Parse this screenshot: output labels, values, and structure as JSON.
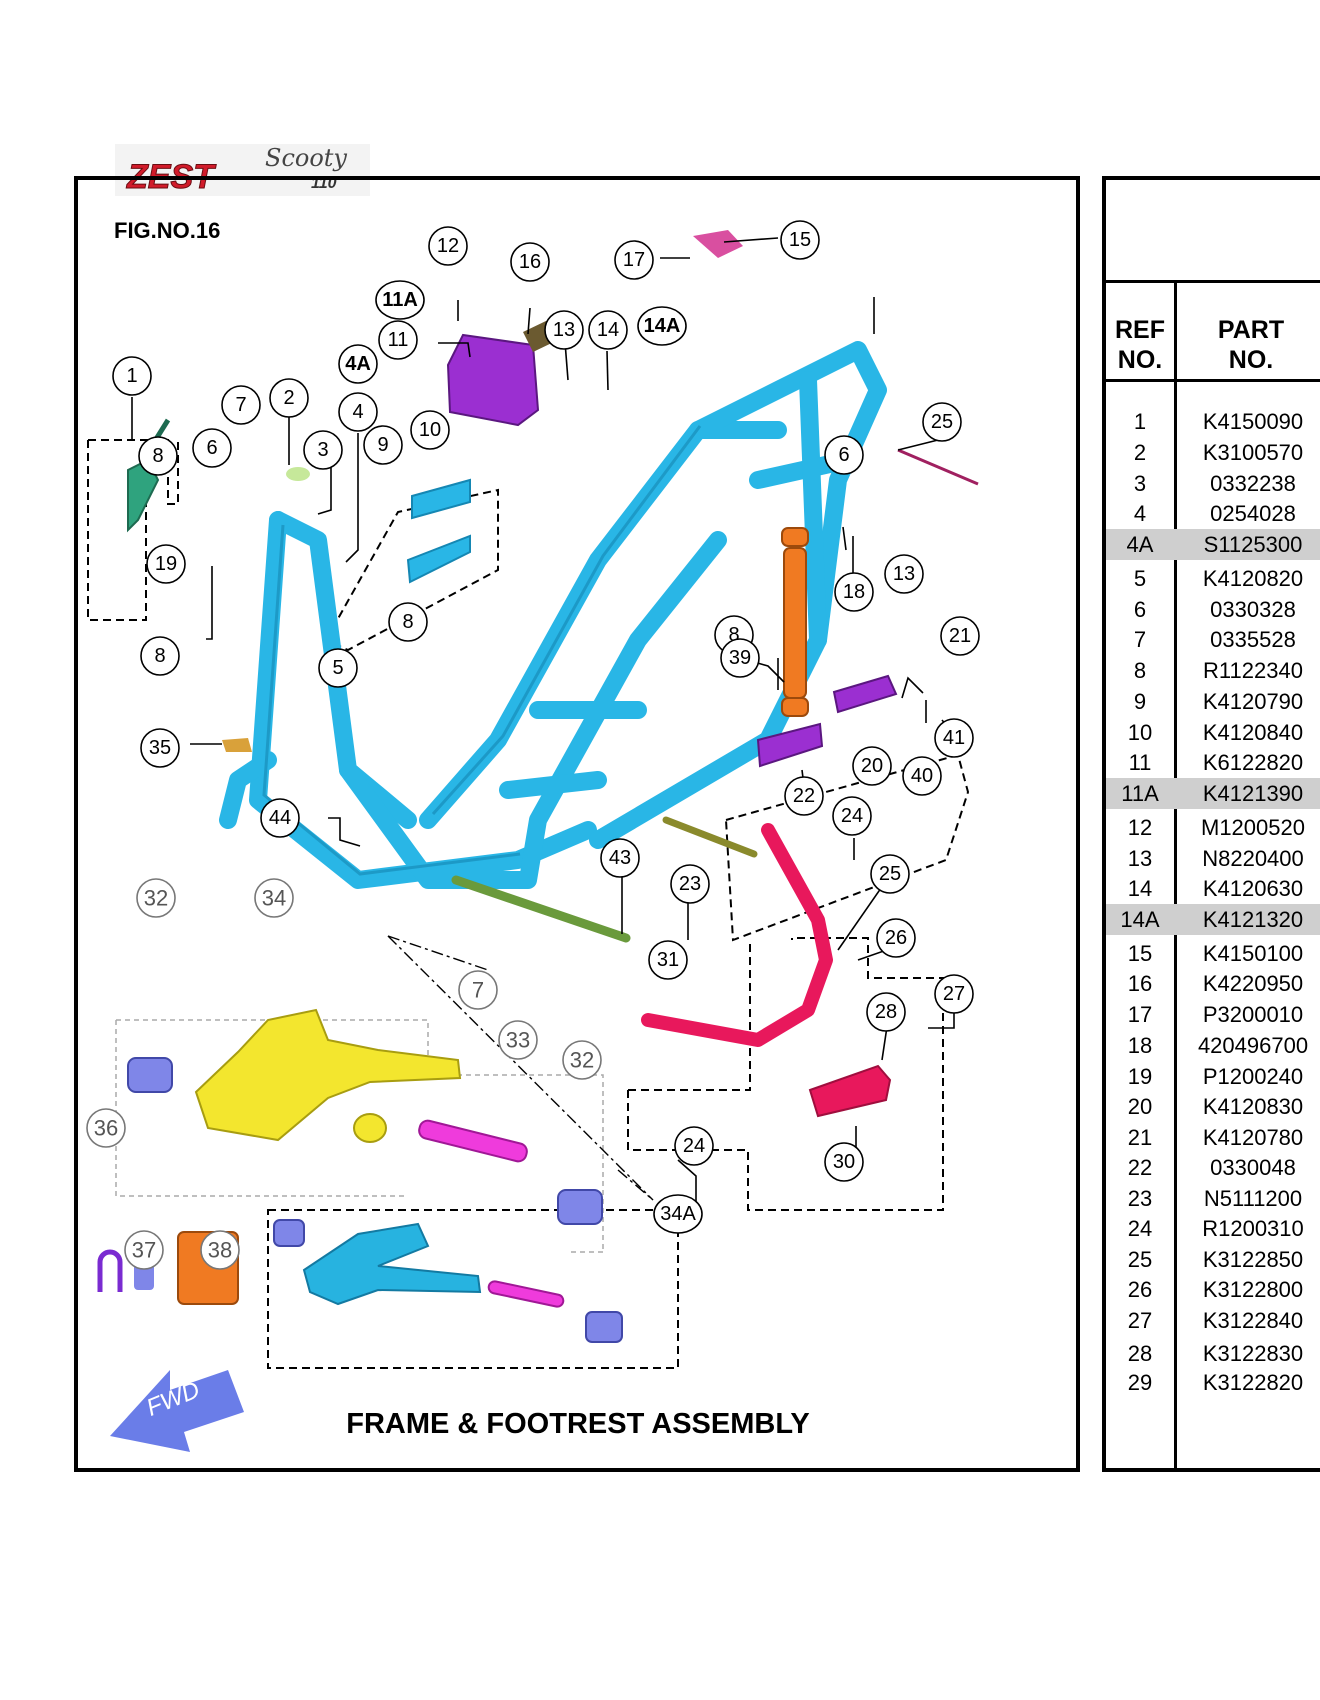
{
  "logo": {
    "brand": "ZEST",
    "script": "Scooty",
    "suffix": "110"
  },
  "figure": {
    "number": "FIG.NO.16",
    "title": "FRAME & FOOTREST ASSEMBLY",
    "fwd_label": "FWD"
  },
  "table": {
    "header": {
      "ref": "REF\nNO.",
      "part": "PART\nNO."
    },
    "rows": [
      {
        "ref": "1",
        "part": "K4150090",
        "hl": false
      },
      {
        "ref": "2",
        "part": "K3100570",
        "hl": false
      },
      {
        "ref": "3",
        "part": "0332238",
        "hl": false
      },
      {
        "ref": "4",
        "part": "0254028",
        "hl": false
      },
      {
        "ref": "4A",
        "part": "S1125300",
        "hl": true
      },
      {
        "ref": "5",
        "part": "K4120820",
        "hl": false
      },
      {
        "ref": "6",
        "part": "0330328",
        "hl": false
      },
      {
        "ref": "7",
        "part": "0335528",
        "hl": false
      },
      {
        "ref": "8",
        "part": "R1122340",
        "hl": false
      },
      {
        "ref": "9",
        "part": "K4120790",
        "hl": false
      },
      {
        "ref": "10",
        "part": "K4120840",
        "hl": false
      },
      {
        "ref": "11",
        "part": "K6122820",
        "hl": false
      },
      {
        "ref": "11A",
        "part": "K4121390",
        "hl": true
      },
      {
        "ref": "12",
        "part": "M1200520",
        "hl": false
      },
      {
        "ref": "13",
        "part": "N8220400",
        "hl": false
      },
      {
        "ref": "14",
        "part": "K4120630",
        "hl": false
      },
      {
        "ref": "14A",
        "part": "K4121320",
        "hl": true
      },
      {
        "ref": "15",
        "part": "K4150100",
        "hl": false
      },
      {
        "ref": "16",
        "part": "K4220950",
        "hl": false
      },
      {
        "ref": "17",
        "part": "P3200010",
        "hl": false
      },
      {
        "ref": "18",
        "part": "420496700",
        "hl": false
      },
      {
        "ref": "19",
        "part": "P1200240",
        "hl": false
      },
      {
        "ref": "20",
        "part": "K4120830",
        "hl": false
      },
      {
        "ref": "21",
        "part": "K4120780",
        "hl": false
      },
      {
        "ref": "22",
        "part": "0330048",
        "hl": false
      },
      {
        "ref": "23",
        "part": "N5111200",
        "hl": false
      },
      {
        "ref": "24",
        "part": "R1200310",
        "hl": false
      },
      {
        "ref": "25",
        "part": "K3122850",
        "hl": false
      },
      {
        "ref": "26",
        "part": "K3122800",
        "hl": false
      },
      {
        "ref": "27",
        "part": "K3122840",
        "hl": false
      },
      {
        "ref": "28",
        "part": "K3122830",
        "hl": false
      },
      {
        "ref": "29",
        "part": "K3122820",
        "hl": false
      }
    ]
  },
  "callouts": [
    {
      "label": "1",
      "style": "normal"
    },
    {
      "label": "2",
      "style": "normal"
    },
    {
      "label": "3",
      "style": "normal"
    },
    {
      "label": "4",
      "style": "normal"
    },
    {
      "label": "4A",
      "style": "bold"
    },
    {
      "label": "5",
      "style": "normal"
    },
    {
      "label": "6",
      "style": "normal"
    },
    {
      "label": "6",
      "style": "normal"
    },
    {
      "label": "7",
      "style": "normal"
    },
    {
      "label": "7",
      "style": "grey"
    },
    {
      "label": "8",
      "style": "normal"
    },
    {
      "label": "8",
      "style": "normal"
    },
    {
      "label": "8",
      "style": "normal"
    },
    {
      "label": "8",
      "style": "normal"
    },
    {
      "label": "9",
      "style": "normal"
    },
    {
      "label": "10",
      "style": "normal"
    },
    {
      "label": "11",
      "style": "normal"
    },
    {
      "label": "11A",
      "style": "bold"
    },
    {
      "label": "12",
      "style": "normal"
    },
    {
      "label": "13",
      "style": "normal"
    },
    {
      "label": "13",
      "style": "normal"
    },
    {
      "label": "14",
      "style": "normal"
    },
    {
      "label": "14A",
      "style": "bold"
    },
    {
      "label": "15",
      "style": "normal"
    },
    {
      "label": "16",
      "style": "normal"
    },
    {
      "label": "17",
      "style": "normal"
    },
    {
      "label": "18",
      "style": "normal"
    },
    {
      "label": "19",
      "style": "normal"
    },
    {
      "label": "20",
      "style": "normal"
    },
    {
      "label": "21",
      "style": "normal"
    },
    {
      "label": "22",
      "style": "normal"
    },
    {
      "label": "23",
      "style": "normal"
    },
    {
      "label": "24",
      "style": "normal"
    },
    {
      "label": "24",
      "style": "normal"
    },
    {
      "label": "25",
      "style": "normal"
    },
    {
      "label": "25",
      "style": "normal"
    },
    {
      "label": "26",
      "style": "normal"
    },
    {
      "label": "27",
      "style": "normal"
    },
    {
      "label": "28",
      "style": "normal"
    },
    {
      "label": "30",
      "style": "normal"
    },
    {
      "label": "31",
      "style": "normal"
    },
    {
      "label": "32",
      "style": "grey"
    },
    {
      "label": "32",
      "style": "grey"
    },
    {
      "label": "33",
      "style": "grey"
    },
    {
      "label": "34",
      "style": "grey"
    },
    {
      "label": "34A",
      "style": "normal"
    },
    {
      "label": "35",
      "style": "normal"
    },
    {
      "label": "36",
      "style": "grey"
    },
    {
      "label": "37",
      "style": "grey"
    },
    {
      "label": "38",
      "style": "grey"
    },
    {
      "label": "39",
      "style": "normal"
    },
    {
      "label": "40",
      "style": "normal"
    },
    {
      "label": "41",
      "style": "normal"
    },
    {
      "label": "43",
      "style": "normal"
    },
    {
      "label": "44",
      "style": "normal"
    }
  ],
  "colors": {
    "frame": "#29b6e6",
    "battery_box": "#9b2fd1",
    "shock": "#f07a22",
    "footrest_bar": "#e8185c",
    "swing_arm": "#f3e62e",
    "swing_arm_alt": "#27b3e0",
    "bush": "#7f86e8",
    "pin": "#ef3bdc",
    "shaft": "#6a9a3c",
    "fwd_arrow": "#6a7de8"
  }
}
